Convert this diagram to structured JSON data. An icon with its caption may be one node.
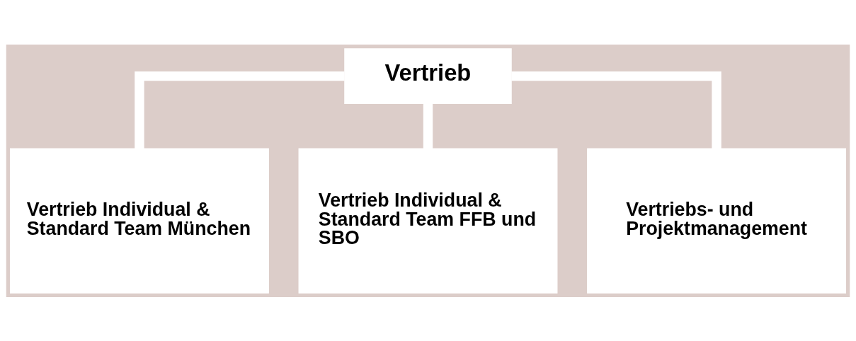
{
  "diagram": {
    "nodes": [
      {
        "text": [
          "Vertrieb"
        ]
      },
      {
        "text": [
          "Vertrieb Individual & Standard Team München"
        ]
      },
      {
        "text": [
          "Vertrieb Individual & Standard Team FFB und SBO"
        ]
      },
      {
        "text": [
          "Vertriebs- und Projektmanagement"
        ]
      }
    ],
    "edges": [
      {
        "from": 0,
        "to": 1,
        "arrow": "none"
      },
      {
        "from": 0,
        "to": 2,
        "arrow": "none"
      },
      {
        "from": 0,
        "to": 3,
        "arrow": "none"
      }
    ]
  }
}
